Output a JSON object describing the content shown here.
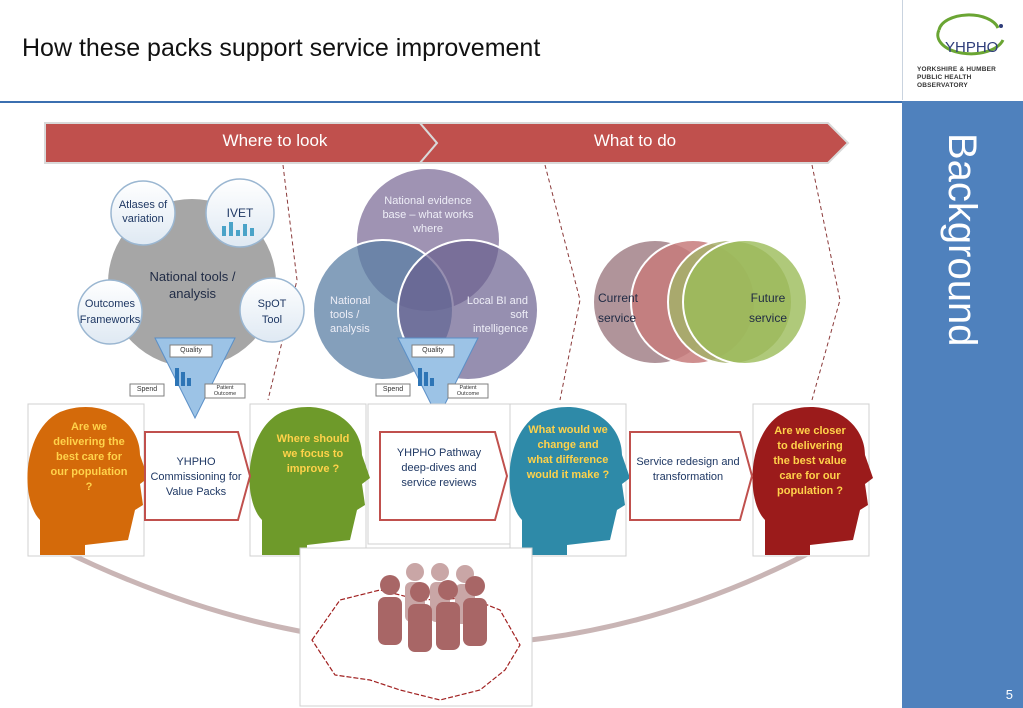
{
  "slide": {
    "title": "How these packs support service improvement",
    "page_number": "5",
    "sidebar_label": "Background"
  },
  "logo": {
    "name": "YHPHO",
    "subtitle_line1": "YORKSHIRE & HUMBER",
    "subtitle_line2": "PUBLIC HEALTH OBSERVATORY"
  },
  "banner": {
    "left": "Where to look",
    "right": "What to do"
  },
  "where_to_look": {
    "center": "National tools / analysis",
    "satellites": [
      "Atlases of variation",
      "IVET",
      "Outcomes Frameworks",
      "SpOT Tool"
    ]
  },
  "venn": {
    "top": "National evidence base – what works where",
    "left": "National tools / analysis",
    "right": "Local BI and soft intelligence"
  },
  "triangle": {
    "quality": "Quality",
    "spend": "Spend",
    "patient_outcome": "Patient Outcome"
  },
  "service_circles": {
    "left": "Current service",
    "right": "Future service"
  },
  "colors": {
    "banner": "#c0504d",
    "orange_head": "#d46a0a",
    "green_head": "#6e9a2a",
    "teal_head": "#2e8aa8",
    "red_head": "#9b1b1b",
    "head_text": "#ffd24a",
    "sidebar": "#4f81bd"
  },
  "heads": [
    {
      "text": "Are we delivering the best care for our population ?"
    },
    {
      "text": "Where should we focus to improve ?"
    },
    {
      "text": "What would we change and what difference would it make ?"
    },
    {
      "text": "Are we closer to delivering the best value care for our population ?"
    }
  ],
  "steps": [
    {
      "text": "YHPHO Commissioning for Value Packs"
    },
    {
      "text": "YHPHO Pathway deep-dives and service reviews"
    },
    {
      "text": "Service redesign and transformation"
    }
  ]
}
